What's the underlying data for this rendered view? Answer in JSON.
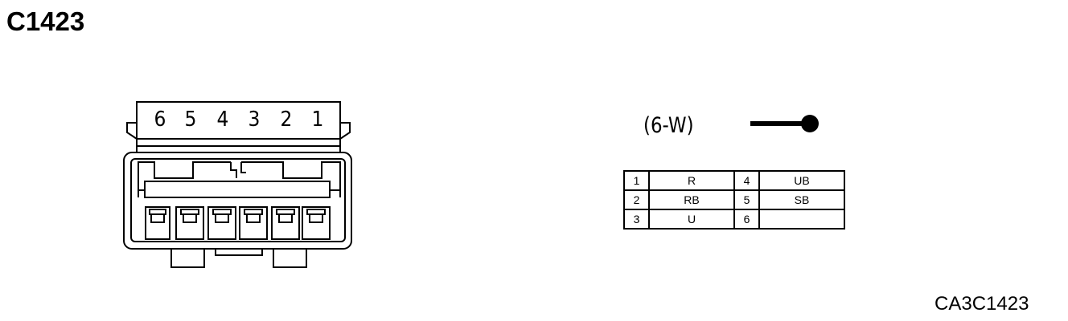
{
  "connector_id": "C1423",
  "connector_label": "(6-W)",
  "reference_code": "CA3C1423",
  "pin_numbers_top": [
    "6",
    "5",
    "4",
    "3",
    "2",
    "1"
  ],
  "pin_table": [
    {
      "left_pin": "1",
      "left_color": "R",
      "right_pin": "4",
      "right_color": "UB"
    },
    {
      "left_pin": "2",
      "left_color": "RB",
      "right_pin": "5",
      "right_color": "SB"
    },
    {
      "left_pin": "3",
      "left_color": "U",
      "right_pin": "6",
      "right_color": ""
    }
  ],
  "icons": {
    "terminal": "wire-terminal-icon"
  }
}
